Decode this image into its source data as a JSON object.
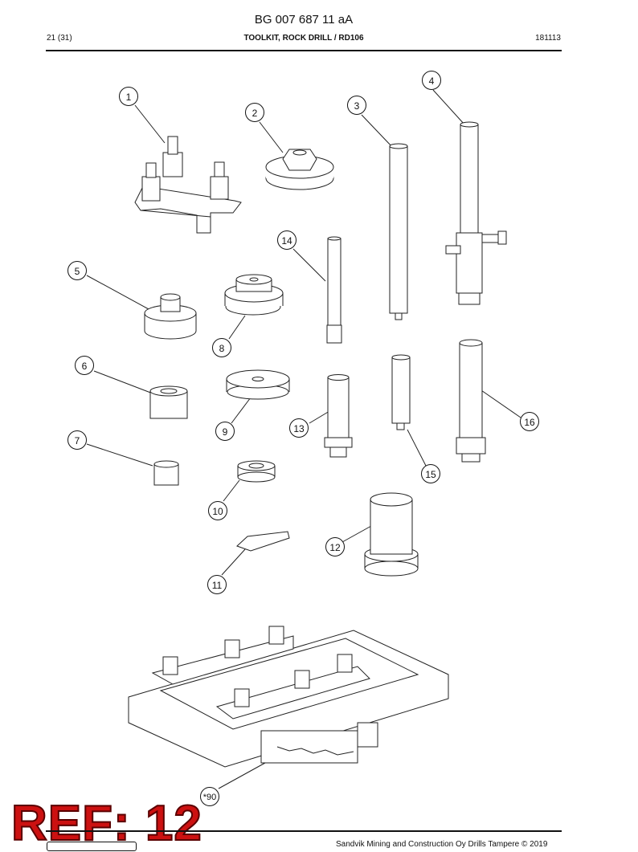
{
  "header": {
    "doc_code": "BG 007 687 11 aA",
    "page": "21 (31)",
    "title": "TOOLKIT, ROCK DRILL / RD106",
    "date_code": "181113"
  },
  "callouts": [
    "1",
    "2",
    "3",
    "4",
    "5",
    "14",
    "8",
    "6",
    "9",
    "13",
    "16",
    "7",
    "15",
    "10",
    "12",
    "11",
    "*90"
  ],
  "stamp": "REF: 12",
  "footer": "Sandvik Mining and Construction Oy Drills Tampere © 2019"
}
